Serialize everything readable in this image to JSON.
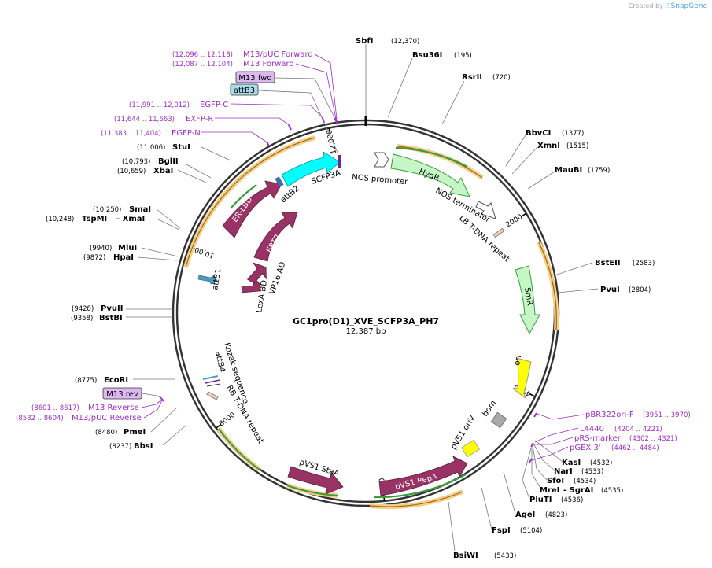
{
  "credit": {
    "prefix": "Created by",
    "brand": "SnapGene"
  },
  "plasmid": {
    "name": "GC1pro(D1)_XVE_SCFP3A_PH7",
    "size_label": "12,387 bp",
    "length": 12387
  },
  "ticks": [
    {
      "label": "2000",
      "bp": 2000
    },
    {
      "label": "4000",
      "bp": 4000
    },
    {
      "label": "6000",
      "bp": 6000
    },
    {
      "label": "8000",
      "bp": 8000
    },
    {
      "label": "10,000",
      "bp": 10000
    },
    {
      "label": "12,000",
      "bp": 12000
    }
  ],
  "enzymes": [
    {
      "name": "SbfI",
      "pos": "(12,370)"
    },
    {
      "name": "Bsu36I",
      "pos": "(195)"
    },
    {
      "name": "RsrII",
      "pos": "(720)"
    },
    {
      "name": "BbvCI",
      "pos": "(1377)"
    },
    {
      "name": "XmnI",
      "pos": "(1515)"
    },
    {
      "name": "MauBI",
      "pos": "(1759)"
    },
    {
      "name": "BstEII",
      "pos": "(2583)"
    },
    {
      "name": "PvuI",
      "pos": "(2804)"
    },
    {
      "name": "KasI",
      "pos": "(4532)"
    },
    {
      "name": "NarI",
      "pos": "(4533)"
    },
    {
      "name": "SfoI",
      "pos": "(4534)"
    },
    {
      "name": "MreI",
      "pos": ""
    },
    {
      "name": "- SgrAI",
      "pos": "(4535)"
    },
    {
      "name": "PluTI",
      "pos": "(4536)"
    },
    {
      "name": "AgeI",
      "pos": "(4823)"
    },
    {
      "name": "FspI",
      "pos": "(5104)"
    },
    {
      "name": "BsiWI",
      "pos": "(5433)"
    },
    {
      "name": "BbsI",
      "pos": "(8237)"
    },
    {
      "name": "PmeI",
      "pos": "(8480)"
    },
    {
      "name": "EcoRI",
      "pos": "(8775)"
    },
    {
      "name": "BstBI",
      "pos": "(9358)"
    },
    {
      "name": "PvuII",
      "pos": "(9428)"
    },
    {
      "name": "HpaI",
      "pos": "(9872)"
    },
    {
      "name": "MluI",
      "pos": "(9940)"
    },
    {
      "name": "TspMI",
      "pos": "(10,248)"
    },
    {
      "name": "- XmaI",
      "pos": ""
    },
    {
      "name": "SmaI",
      "pos": "(10,250)"
    },
    {
      "name": "XbaI",
      "pos": "(10,659)"
    },
    {
      "name": "BglII",
      "pos": "(10,793)"
    },
    {
      "name": "StuI",
      "pos": "(11,006)"
    }
  ],
  "primers": [
    {
      "name": "M13/pUC Forward",
      "range": "(12,096 .. 12,118)"
    },
    {
      "name": "M13 Forward",
      "range": "(12,087 .. 12,104)"
    },
    {
      "name": "EGFP-C",
      "range": "(11,991 .. 12,012)"
    },
    {
      "name": "EXFP-R",
      "range": "(11,644 .. 11,663)"
    },
    {
      "name": "EGFP-N",
      "range": "(11,383 .. 11,404)"
    },
    {
      "name": "pBR322ori-F",
      "range": "(3951 .. 3970)"
    },
    {
      "name": "L4440",
      "range": "(4204 .. 4221)"
    },
    {
      "name": "pRS-marker",
      "range": "(4302 .. 4321)"
    },
    {
      "name": "pGEX 3'",
      "range": "(4462 .. 4484)"
    },
    {
      "name": "M13 Reverse",
      "range": "(8601 .. 8617)"
    },
    {
      "name": "M13/pUC Reverse",
      "range": "(8582 .. 8604)"
    }
  ],
  "boxed_labels": [
    {
      "name": "M13 fwd",
      "color": "#dcb8f0"
    },
    {
      "name": "attB3",
      "color": "#a9dce8"
    },
    {
      "name": "M13 rev",
      "color": "#dcb8f0"
    }
  ],
  "features": [
    {
      "name": "NOS promoter"
    },
    {
      "name": "HygR"
    },
    {
      "name": "NOS terminator"
    },
    {
      "name": "LB T-DNA repeat"
    },
    {
      "name": "SmR"
    },
    {
      "name": "ori"
    },
    {
      "name": "bom"
    },
    {
      "name": "pVS1 oriV"
    },
    {
      "name": "pVS1 RepA"
    },
    {
      "name": "pVS1 StaA"
    },
    {
      "name": "RB T-DNA repeat"
    },
    {
      "name": "attB4"
    },
    {
      "name": "Kozak sequence"
    },
    {
      "name": "attB1"
    },
    {
      "name": "LexA BD"
    },
    {
      "name": "VP16 AD"
    },
    {
      "name": "ERT2"
    },
    {
      "name": "ER-LBD"
    },
    {
      "name": "attB2"
    },
    {
      "name": "SCFP3A"
    }
  ],
  "colors": {
    "backbone": "#333333",
    "marker": "#c6f6c6",
    "marker_stroke": "#3d9a3d",
    "ori": "#ffff00",
    "cds": "#993366",
    "scfp": "#00ffff",
    "orf_line": "#4a8a1a",
    "orf_glow": "#f5cf8a",
    "primer": "#9a2fc0"
  }
}
